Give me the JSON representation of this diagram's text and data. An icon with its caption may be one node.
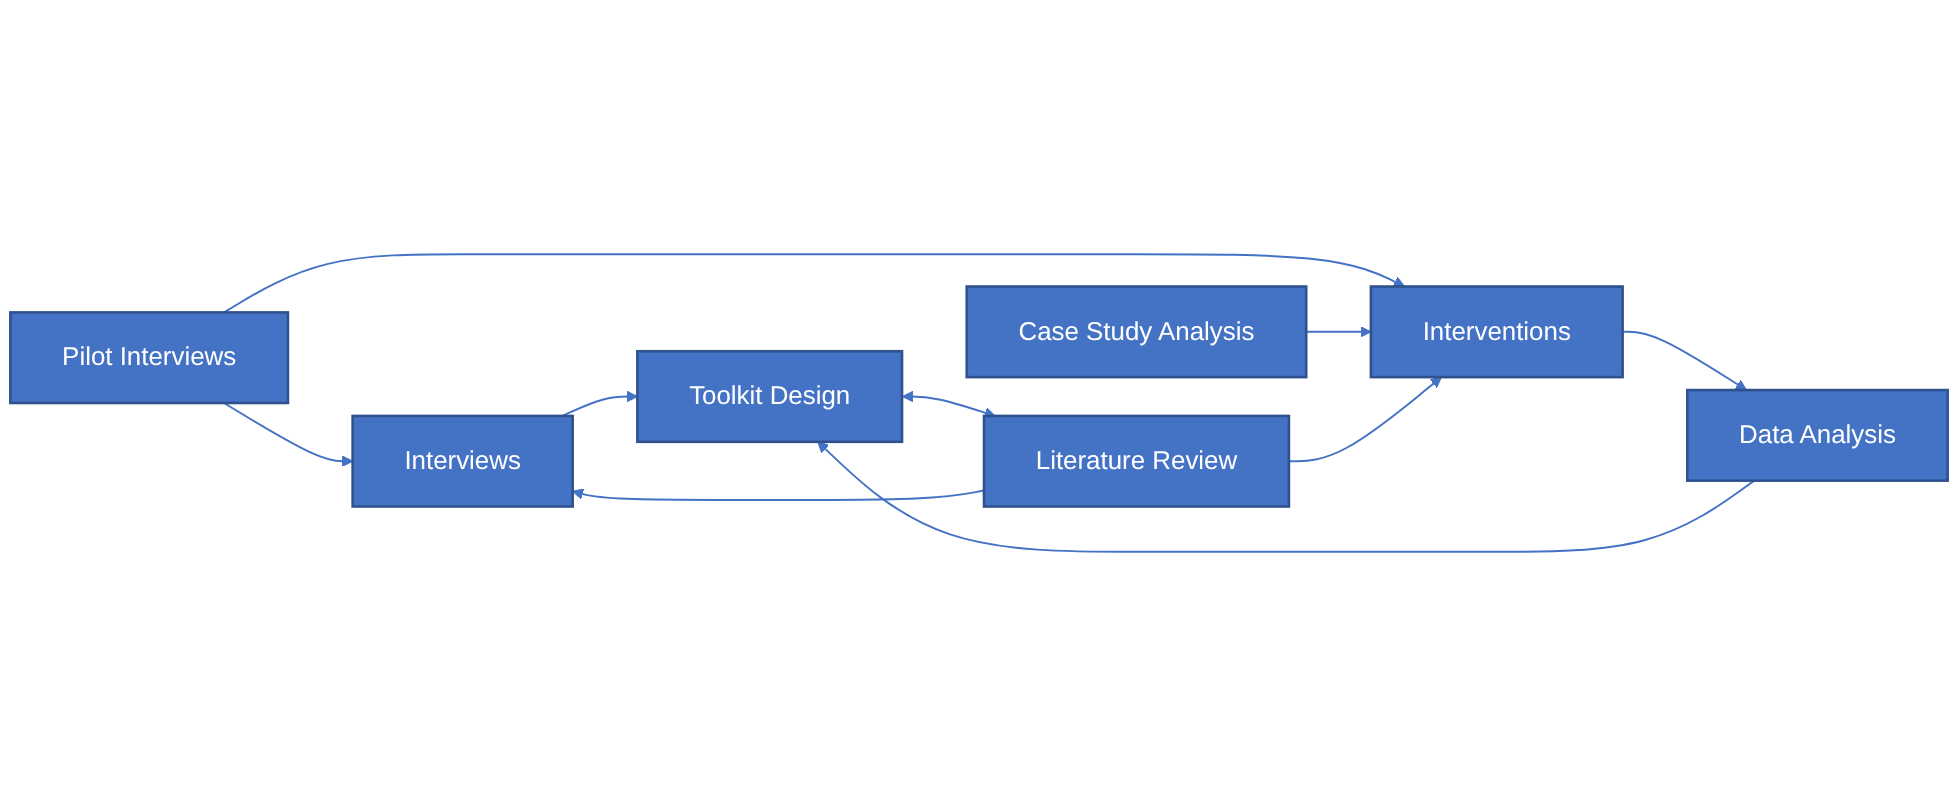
{
  "diagram": {
    "nodes": [
      {
        "text": [
          "Pilot Interviews"
        ]
      },
      {
        "text": [
          "Interviews"
        ]
      },
      {
        "text": [
          "Case Study Analysis"
        ]
      },
      {
        "text": [
          "Interventions"
        ]
      },
      {
        "text": [
          "Data Analysis"
        ]
      },
      {
        "text": [
          "Toolkit Design"
        ]
      },
      {
        "text": [
          "Literature Review"
        ]
      }
    ],
    "edges": [
      {
        "from": 0,
        "to": 1,
        "arrow": "to"
      },
      {
        "from": 0,
        "to": 3,
        "arrow": "to"
      },
      {
        "from": 2,
        "to": 3,
        "arrow": "to"
      },
      {
        "from": 6,
        "to": 1,
        "arrow": "to"
      },
      {
        "from": 6,
        "to": 3,
        "arrow": "to"
      },
      {
        "from": 3,
        "to": 4,
        "arrow": "to"
      },
      {
        "from": 4,
        "to": 5,
        "arrow": "to"
      },
      {
        "from": 1,
        "to": 5,
        "arrow": "to"
      },
      {
        "from": 5,
        "to": 6,
        "arrow": "both"
      }
    ]
  }
}
